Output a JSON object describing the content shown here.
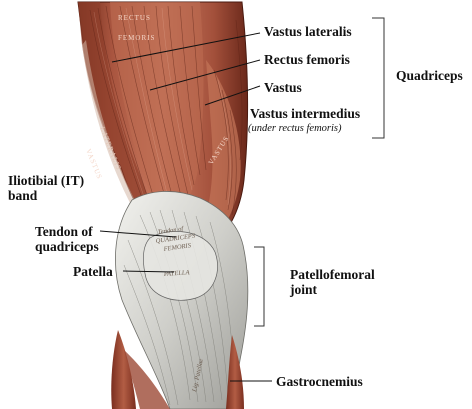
{
  "labels": {
    "vastus_lateralis": "Vastus lateralis",
    "rectus_femoris": "Rectus femoris",
    "vastus": "Vastus",
    "vastus_intermedius": "Vastus intermedius",
    "vastus_intermedius_note": "(under rectus femoris)",
    "quadriceps": "Quadriceps",
    "iliotibial_line1": "Iliotibial  (IT)",
    "iliotibial_line2": "band",
    "tendon_line1": "Tendon of",
    "tendon_line2": "quadriceps",
    "patella": "Patella",
    "patellofemoral_line1": "Patellofemoral",
    "patellofemoral_line2": "joint",
    "gastrocnemius": "Gastrocnemius"
  },
  "engraved_text": {
    "rectus": "RECTUS",
    "femoris": "FEMORIS",
    "vastus_left": "VASTUS",
    "lateralis": "LATERALIS",
    "vastus_right": "VASTUS",
    "tendon": "Tendon of",
    "quadriceps": "QUADRICEPS",
    "femoris_small": "FEMORIS",
    "patella": "PATELLA",
    "lig_patellae": "Lig. Patellae"
  },
  "colors": {
    "muscle": "#a8553f",
    "muscle_dark": "#6e2a1c",
    "tendon": "#dcdcd8",
    "bracket": "#333333"
  }
}
